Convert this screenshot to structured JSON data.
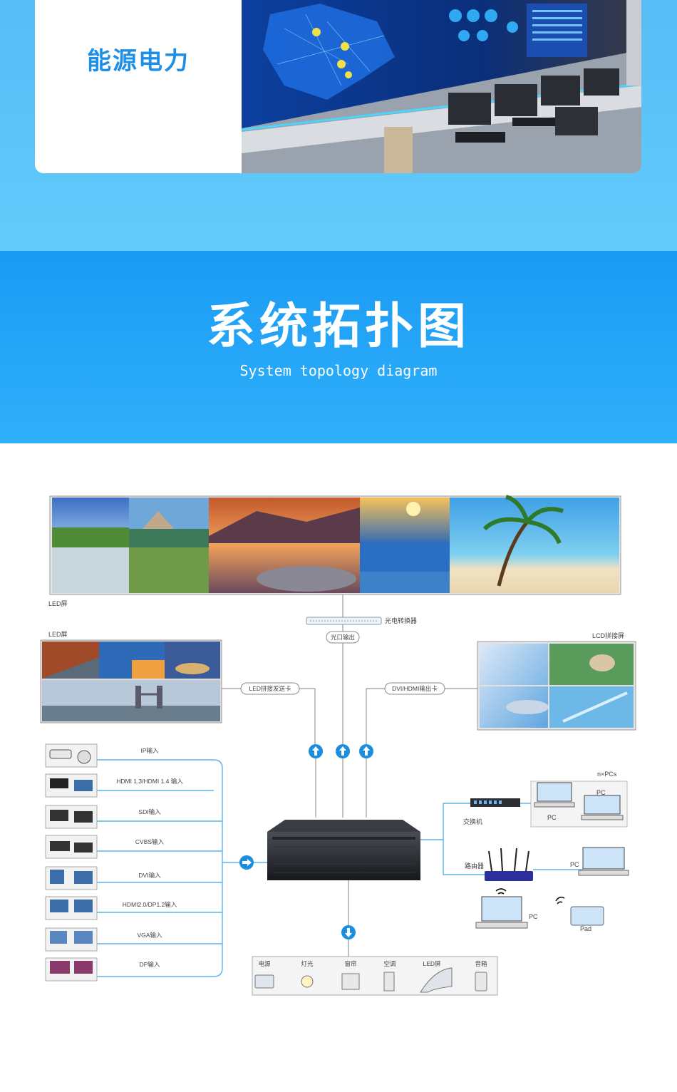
{
  "case": {
    "title": "能源电力"
  },
  "section": {
    "title": "系统拓扑图",
    "subtitle": "System topology diagram"
  },
  "diagram": {
    "led_top_label": "LED屏",
    "converter_label": "光电转换器",
    "fiber_out_label": "光口输出",
    "led_left_label": "LED屏",
    "led_card_label": "LED拼接发送卡",
    "dvi_card_label": "DVI/HDMI输出卡",
    "lcd_label": "LCD拼接屏",
    "inputs": [
      "IP输入",
      "HDMI 1.3/HDMI 1.4 输入",
      "SDI输入",
      "CVBS输入",
      "DVI输入",
      "HDMI2.0/DP1.2输入",
      "VGA输入",
      "DP输入"
    ],
    "npcs_label": "n×PCs",
    "pc_label": "PC",
    "switch_label": "交换机",
    "router_label": "路由器",
    "pad_label": "Pad",
    "devices": [
      "电源",
      "灯光",
      "窗帘",
      "空调",
      "LED屏",
      "音箱"
    ]
  }
}
